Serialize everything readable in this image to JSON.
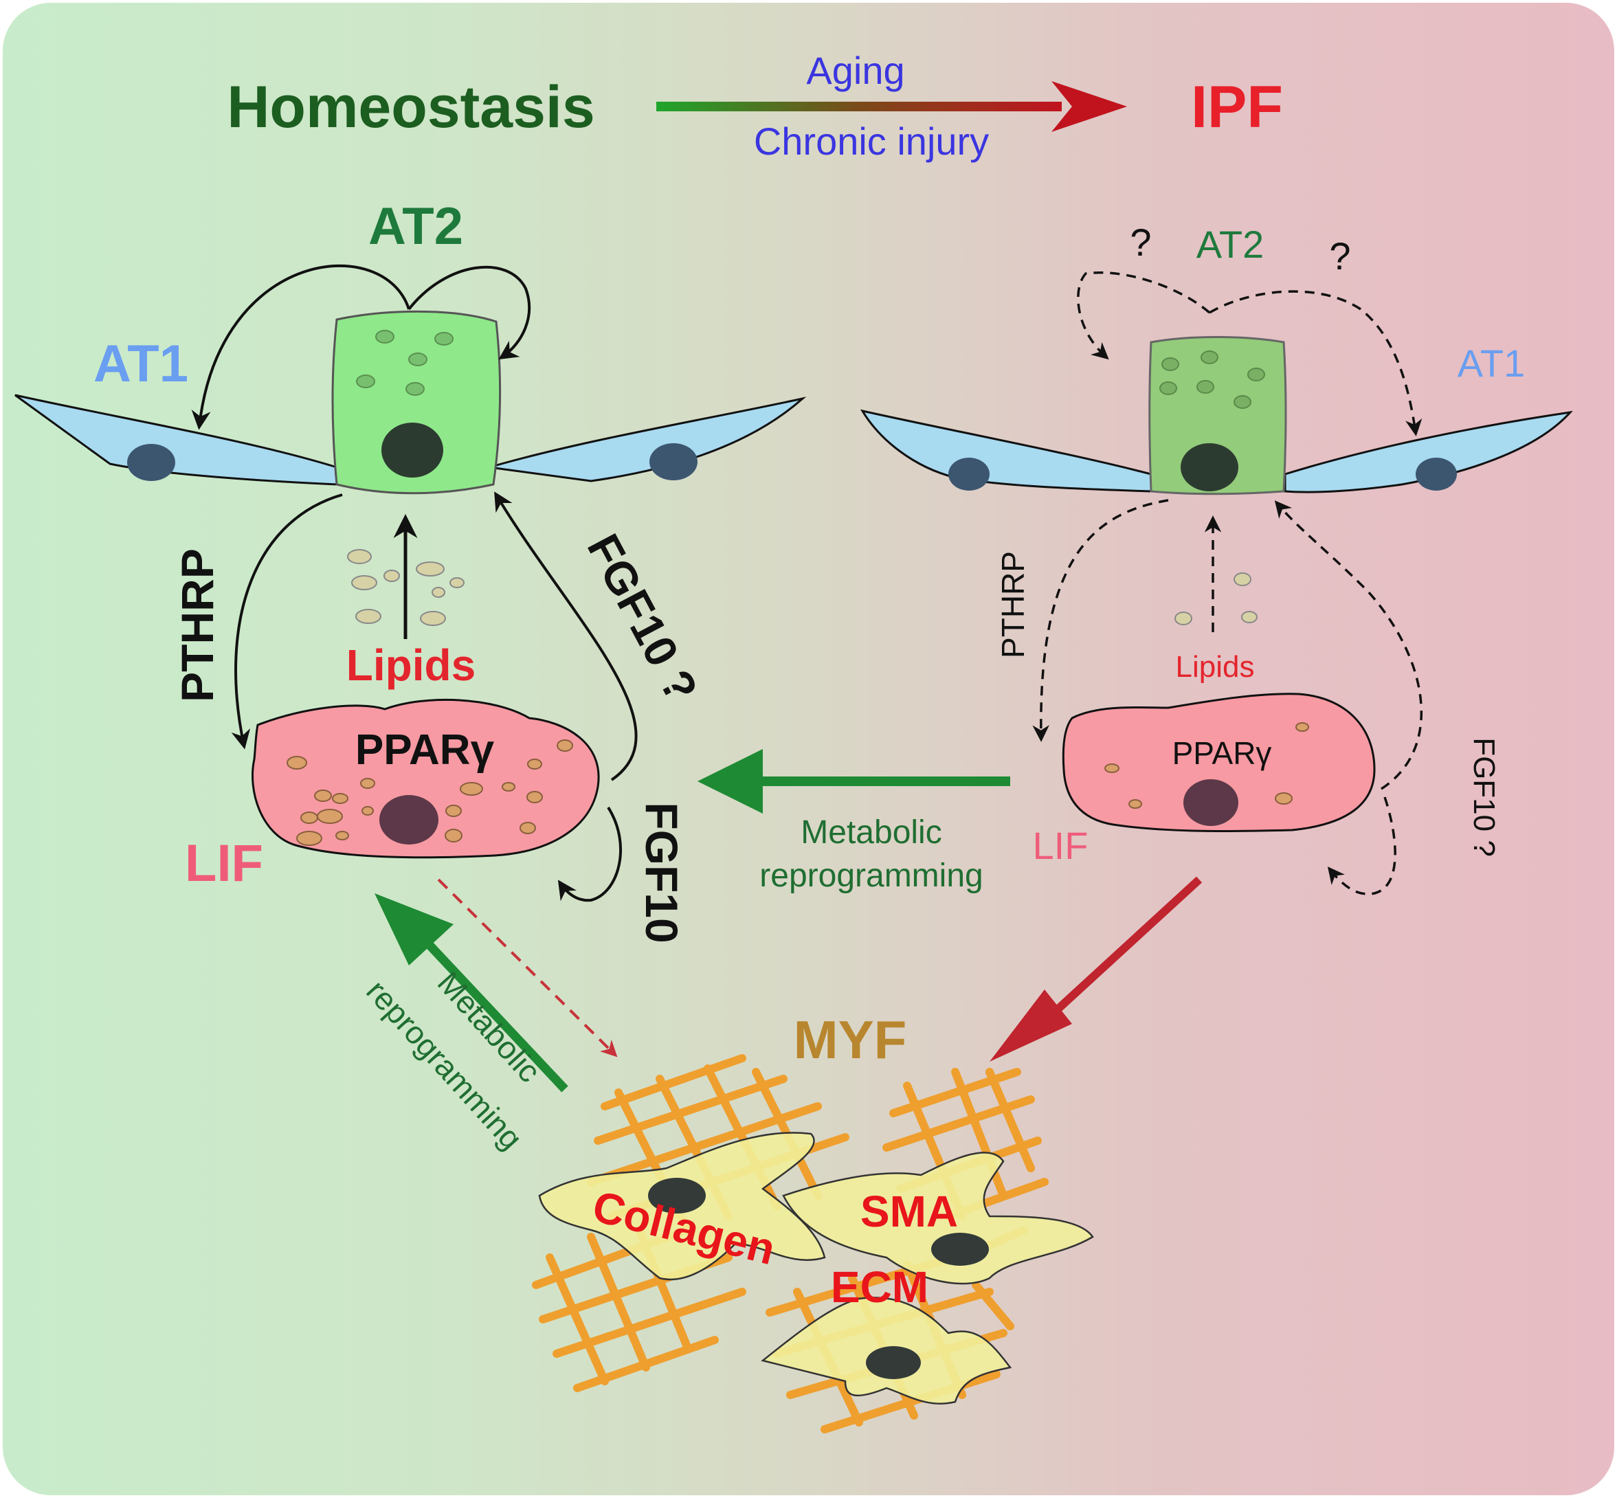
{
  "header": {
    "left_state": "Homeostasis",
    "right_state": "IPF",
    "transition_top": "Aging",
    "transition_bottom": "Chronic injury"
  },
  "left_panel": {
    "at2": "AT2",
    "at1": "AT1",
    "pthrp": "PTHRP",
    "lipids": "Lipids",
    "fgf10_question": "FGF10 ?",
    "fgf10": "FGF10",
    "ppar": "PPARγ",
    "lif": "LIF"
  },
  "right_panel": {
    "at2": "AT2",
    "at1": "AT1",
    "question_left": "?",
    "question_right": "?",
    "pthrp": "PTHRP",
    "lipids": "Lipids",
    "ppar": "PPARγ",
    "lif": "LIF",
    "fgf10_question": "FGF10 ?"
  },
  "center": {
    "metabolic_line1": "Metabolic",
    "metabolic_line2": "reprogramming"
  },
  "bottom": {
    "myf": "MYF",
    "metabolic_line1": "Metabolic",
    "metabolic_line2": "reprogramming",
    "collagen": "Collagen",
    "sma": "SMA",
    "ecm": "ECM"
  },
  "colors": {
    "homeostasis_green": "#1c5e20",
    "ipf_red": "#e8202a",
    "transition_blue": "#3a35e0",
    "at2_green": "#1e7a3c",
    "at1_blue": "#6a9ef0",
    "lif_pink": "#ef5c7a",
    "myf_brown": "#b8862e",
    "collagen_red": "#e8151b",
    "reprog_green": "#1f6e32",
    "bg_left": "#c8eccb",
    "bg_right": "#e8bcc4"
  }
}
